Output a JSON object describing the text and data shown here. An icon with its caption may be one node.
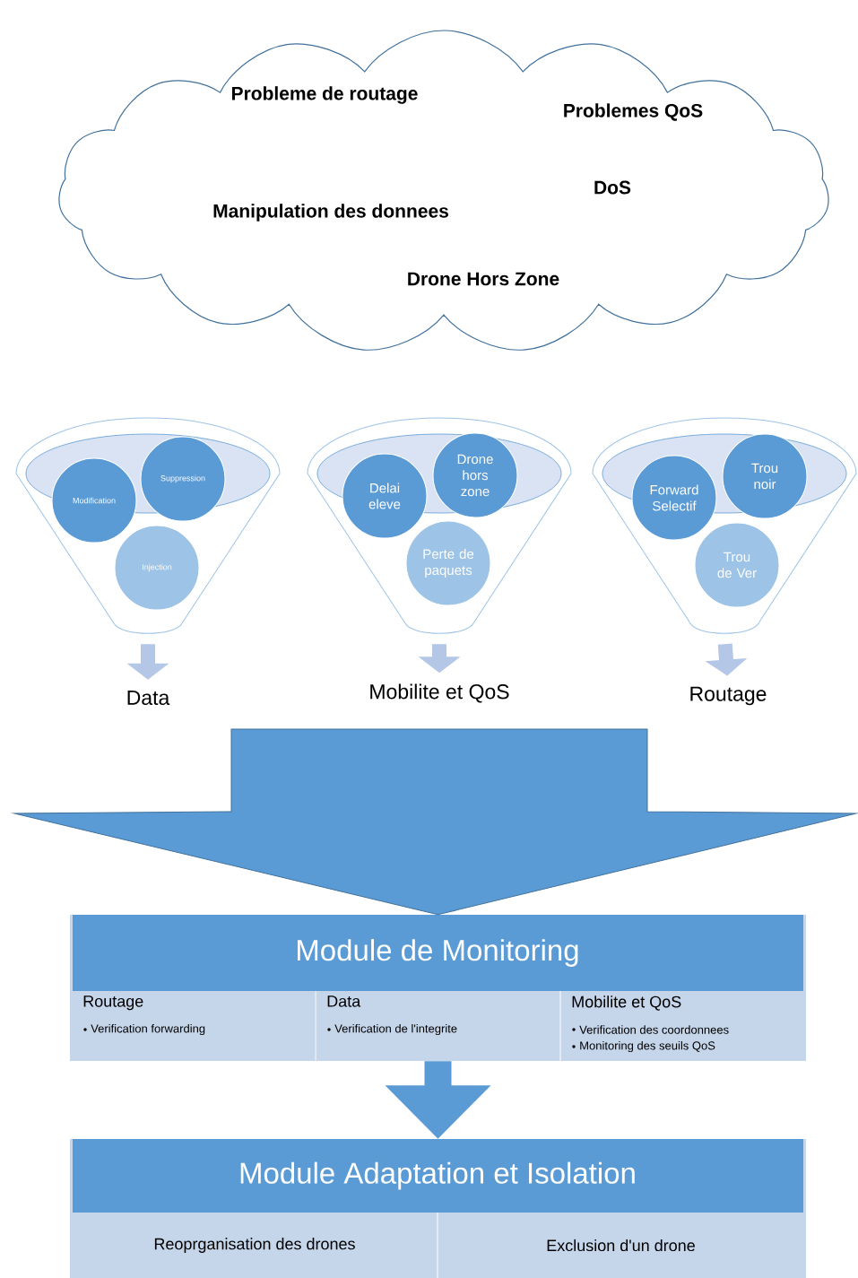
{
  "diagram": {
    "nodes": [
      {
        "text": [
          "Probleme de routage",
          "Problemes QoS",
          "DoS",
          "Manipulation des donnees",
          "Drone Hors Zone"
        ]
      },
      {
        "text": [],
        "shape": "funnel"
      },
      {
        "text": [
          "Modification"
        ],
        "in": 1
      },
      {
        "text": [
          "Suppression"
        ],
        "in": 1
      },
      {
        "text": [
          "Injection"
        ],
        "in": 1
      },
      {
        "text": [],
        "shape": "funnel"
      },
      {
        "text": [
          "Delai eleve"
        ],
        "in": 5
      },
      {
        "text": [
          "Drone hors zone"
        ],
        "in": 5
      },
      {
        "text": [
          "Perte de paquets"
        ],
        "in": 5
      },
      {
        "text": [],
        "shape": "funnel"
      },
      {
        "text": [
          "Forward Selectif"
        ],
        "in": 9
      },
      {
        "text": [
          "Trou noir"
        ],
        "in": 9
      },
      {
        "text": [
          "Trou de Ver"
        ],
        "in": 9
      },
      {
        "text": [
          "Data"
        ]
      },
      {
        "text": [
          "Mobilite et QoS"
        ]
      },
      {
        "text": [
          "Routage"
        ]
      },
      {
        "text": [
          "Module de Monitoring"
        ]
      },
      {
        "text": [
          "Routage",
          "Verification forwarding"
        ],
        "in": 16
      },
      {
        "text": [
          "Data",
          "Verification de l'integrite"
        ],
        "in": 16
      },
      {
        "text": [
          "Mobilite et QoS",
          "Verification des coordonnees",
          "Monitoring des seuils QoS"
        ],
        "in": 16
      },
      {
        "text": [
          "Module Adaptation et Isolation"
        ]
      },
      {
        "text": [
          "Reoprganisation des drones"
        ],
        "in": 20
      },
      {
        "text": [
          "Exclusion d'un drone"
        ],
        "in": 20
      }
    ],
    "edges": [
      {
        "from": 1,
        "to": 13,
        "arrow": "to"
      },
      {
        "from": 5,
        "to": 14,
        "arrow": "to"
      },
      {
        "from": 9,
        "to": 15,
        "arrow": "to"
      },
      {
        "from": null,
        "to": 16,
        "arrow": "to"
      },
      {
        "from": 16,
        "to": 20,
        "arrow": "to"
      }
    ]
  }
}
